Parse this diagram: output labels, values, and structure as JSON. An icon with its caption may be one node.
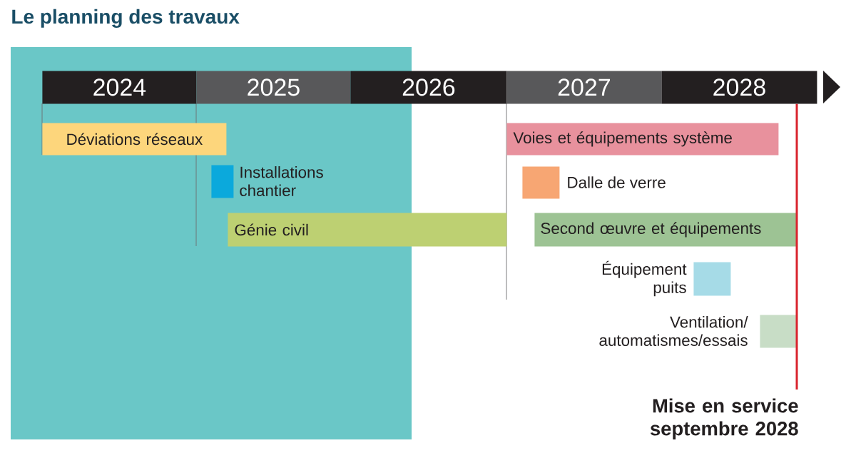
{
  "diagram": {
    "title": "Le planning des travaux",
    "nodes": [
      {
        "text": [
          "2024"
        ]
      },
      {
        "text": [
          "2025"
        ]
      },
      {
        "text": [
          "2026"
        ]
      },
      {
        "text": [
          "2027"
        ]
      },
      {
        "text": [
          "2028"
        ]
      },
      {
        "text": [
          "Déviations réseaux"
        ]
      },
      {
        "text": [
          "Voies et équipements système"
        ]
      },
      {
        "text": [],
        "shape": "bar",
        "beside": [
          "Installations chantier"
        ]
      },
      {
        "text": [],
        "shape": "bar",
        "beside": [
          "Dalle de verre"
        ]
      },
      {
        "text": [
          "Génie civil"
        ]
      },
      {
        "text": [
          "Second œuvre et équipements"
        ]
      },
      {
        "text": [],
        "shape": "bar",
        "beside": [
          "Équipement puits"
        ]
      },
      {
        "text": [],
        "shape": "bar",
        "beside": [
          "Ventilation/ automatismes/essais"
        ]
      },
      {
        "text": [
          "Mise en service septembre 2028"
        ]
      }
    ],
    "edges": [
      {
        "from": 13,
        "to": 4,
        "arrow": "none",
        "color": "#d9232d"
      }
    ]
  }
}
